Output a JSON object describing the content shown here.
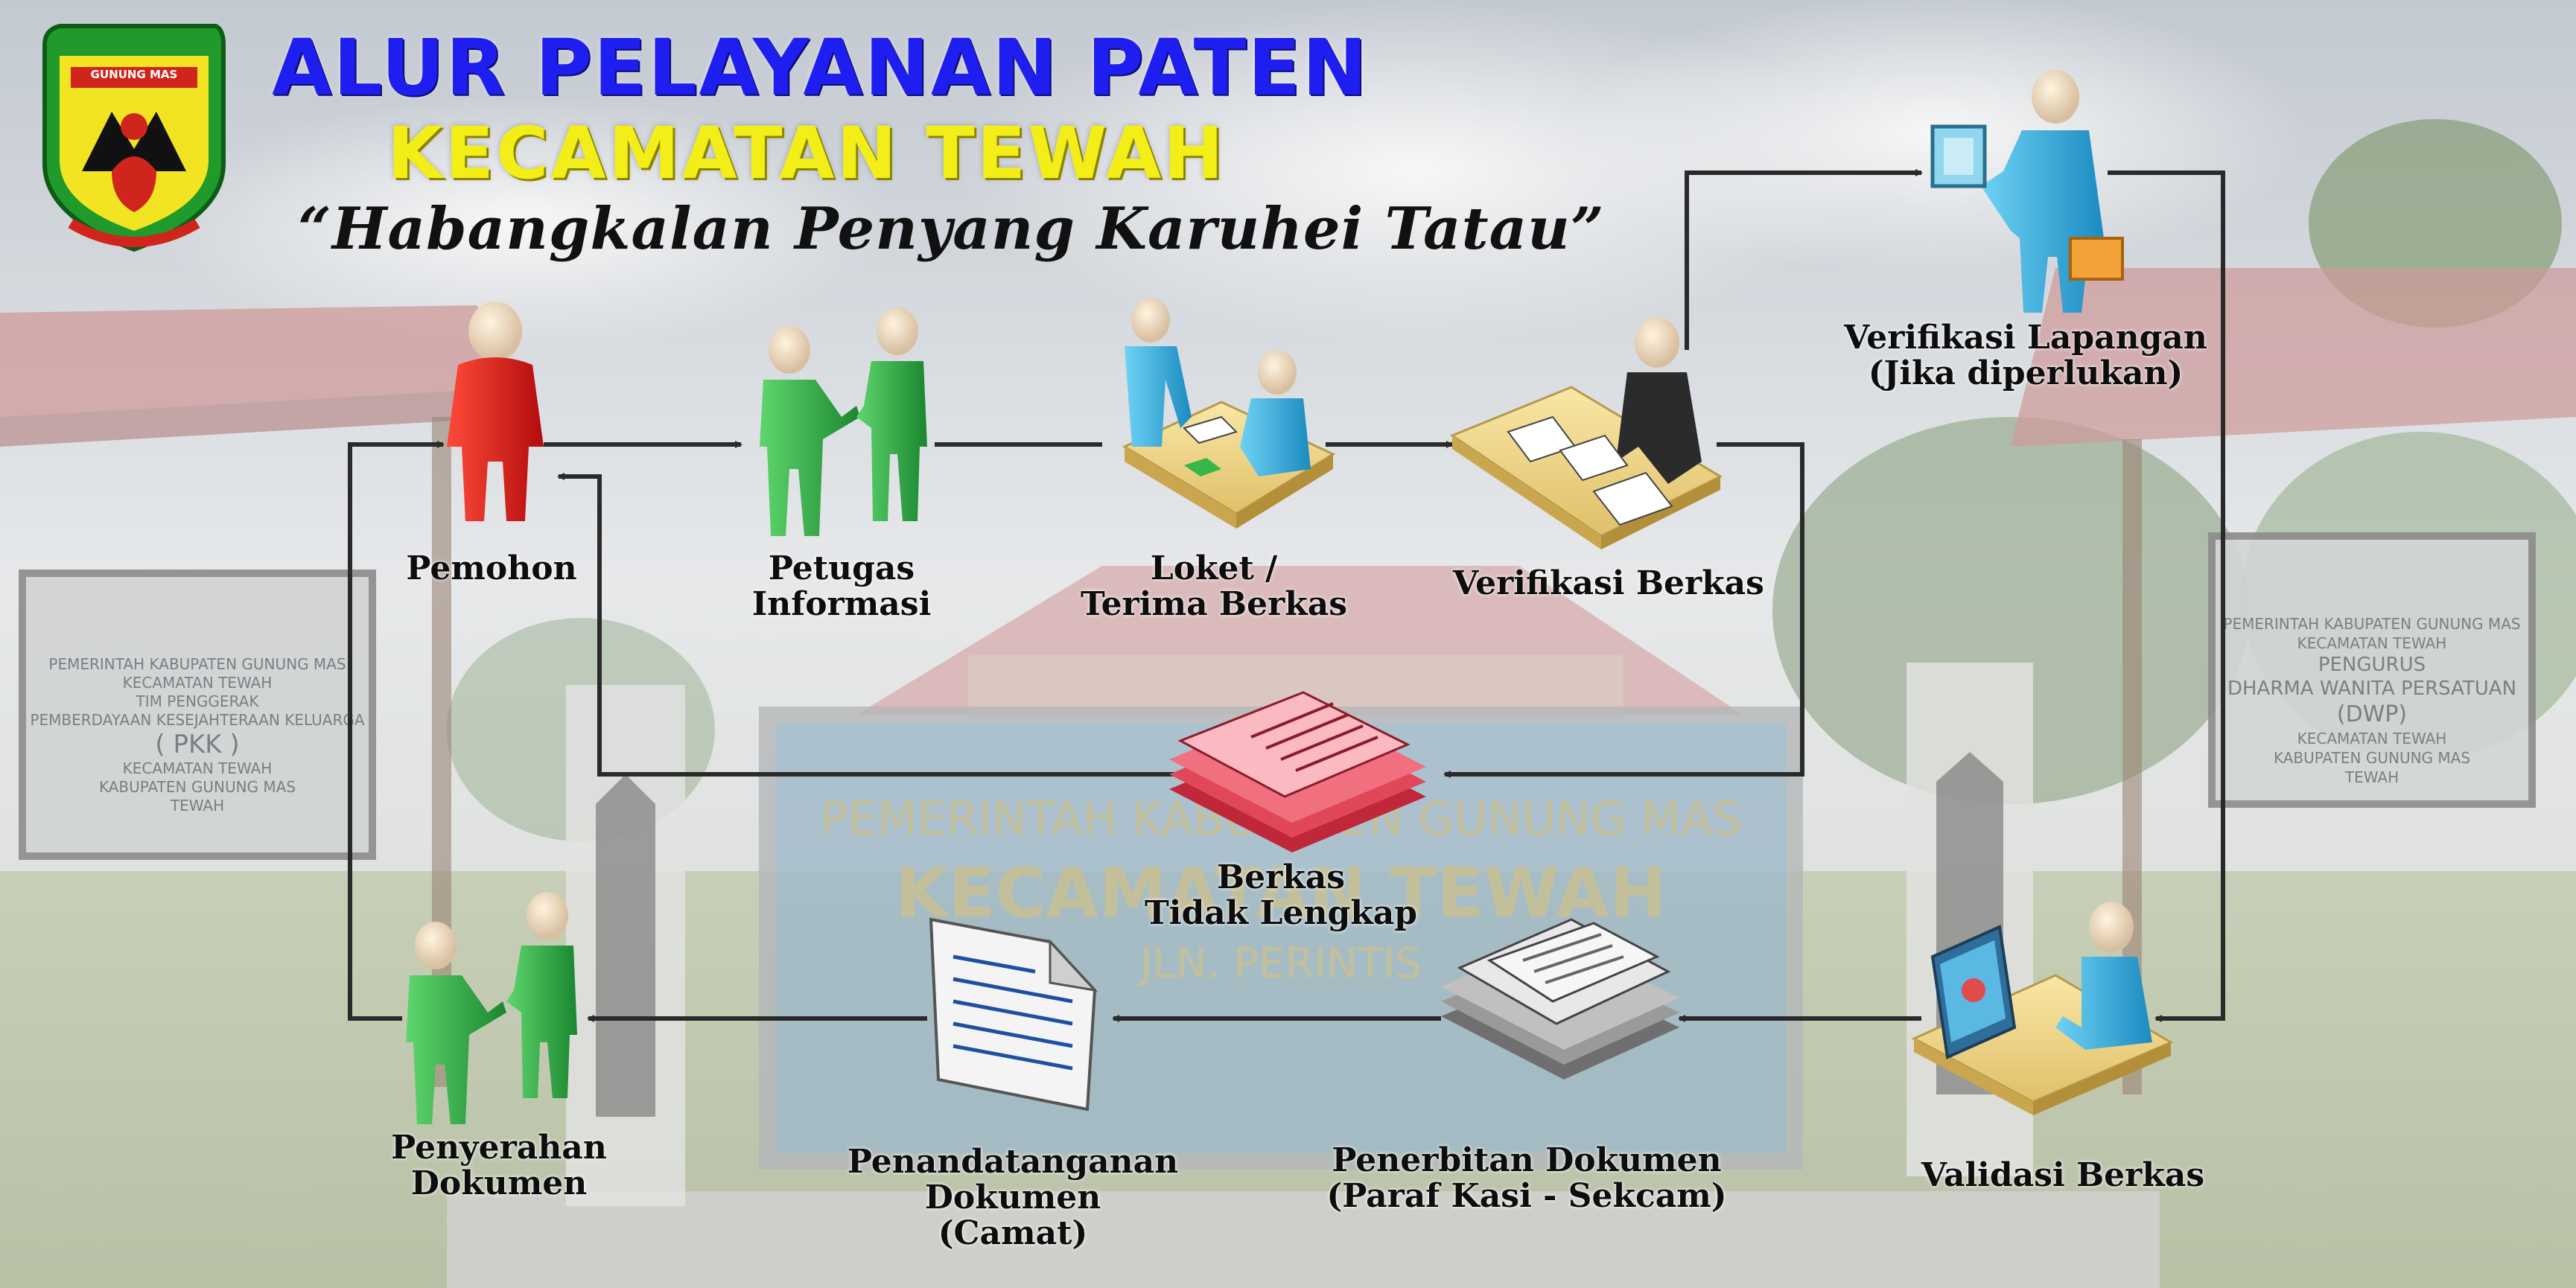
{
  "header": {
    "title": "ALUR PELAYANAN PATEN",
    "subtitle": "KECAMATAN TEWAH",
    "motto": "“Habangkalan Penyang Karuhei Tatau”",
    "logo_text": "GUNUNG MAS"
  },
  "steps": {
    "pemohon": [
      "Pemohon"
    ],
    "petugas": [
      "Petugas",
      "Informasi"
    ],
    "loket": [
      "Loket /",
      "Terima Berkas"
    ],
    "verifikasi_berkas": [
      "Verifikasi Berkas"
    ],
    "verifikasi_lapangan": [
      "Verifikasi Lapangan",
      "(Jika diperlukan)"
    ],
    "validasi": [
      "Validasi Berkas"
    ],
    "penerbitan": [
      "Penerbitan Dokumen",
      "(Paraf Kasi - Sekcam)"
    ],
    "penandatanganan": [
      "Penandatanganan",
      "Dokumen",
      "(Camat)"
    ],
    "penyerahan": [
      "Penyerahan",
      "Dokumen"
    ],
    "berkas_tidak_lengkap": [
      "Berkas",
      "Tidak Lengkap"
    ]
  },
  "background_signs": {
    "left": [
      "PEMERINTAH KABUPATEN GUNUNG MAS",
      "KECAMATAN TEWAH",
      "TIM PENGGERAK",
      "PEMBERDAYAAN KESEJAHTERAAN KELUARGA",
      "( PKK )",
      "KECAMATAN TEWAH",
      "KABUPATEN GUNUNG MAS",
      "TEWAH"
    ],
    "center": [
      "PEMERINTAH KABUPATEN GUNUNG MAS",
      "KECAMATAN TEWAH",
      "JLN. PERINTIS"
    ],
    "right": [
      "PEMERINTAH KABUPATEN GUNUNG MAS",
      "KECAMATAN TEWAH",
      "PENGURUS",
      "DHARMA WANITA PERSATUAN",
      "(DWP)",
      "KECAMATAN TEWAH",
      "KABUPATEN GUNUNG MAS",
      "TEWAH"
    ]
  },
  "colors": {
    "title_blue": "#1e1ef0",
    "subtitle_yellow": "#f3ee18",
    "person_red": "#e01818",
    "person_green": "#2fb24a",
    "person_blue": "#35b4e6",
    "desk": "#f3d98a",
    "arrow": "#2a2a2a"
  }
}
